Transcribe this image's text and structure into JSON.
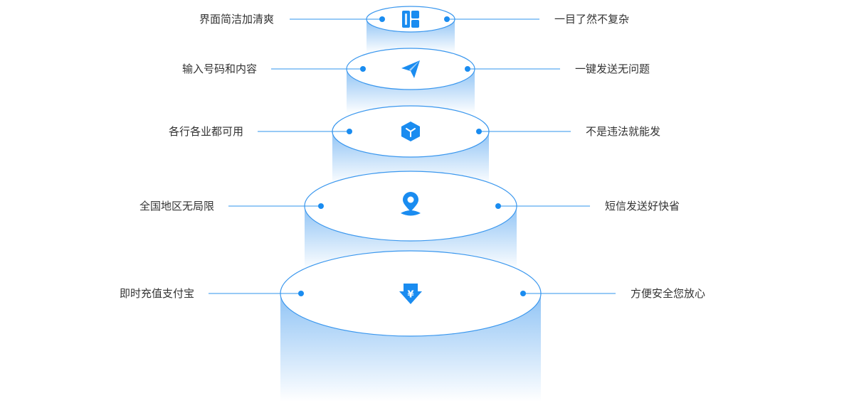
{
  "colors": {
    "accent": "#1a8cf0",
    "line": "#2f95ee",
    "ellipse_stroke": "#3a97ee",
    "text": "#333333",
    "gradient_top": "#8fc3f5",
    "gradient_bottom": "#ffffff"
  },
  "tiers": [
    {
      "left_label": "界面简洁加清爽",
      "right_label": "一目了然不复杂",
      "icon": "dashboard-icon"
    },
    {
      "left_label": "输入号码和内容",
      "right_label": "一键发送无问题",
      "icon": "paper-plane-icon"
    },
    {
      "left_label": "各行各业都可用",
      "right_label": "不是违法就能发",
      "icon": "cube-icon"
    },
    {
      "left_label": "全国地区无局限",
      "right_label": "短信发送好快省",
      "icon": "location-pin-icon"
    },
    {
      "left_label": "即时充值支付宝",
      "right_label": "方便安全您放心",
      "icon": "yuan-download-icon"
    }
  ]
}
